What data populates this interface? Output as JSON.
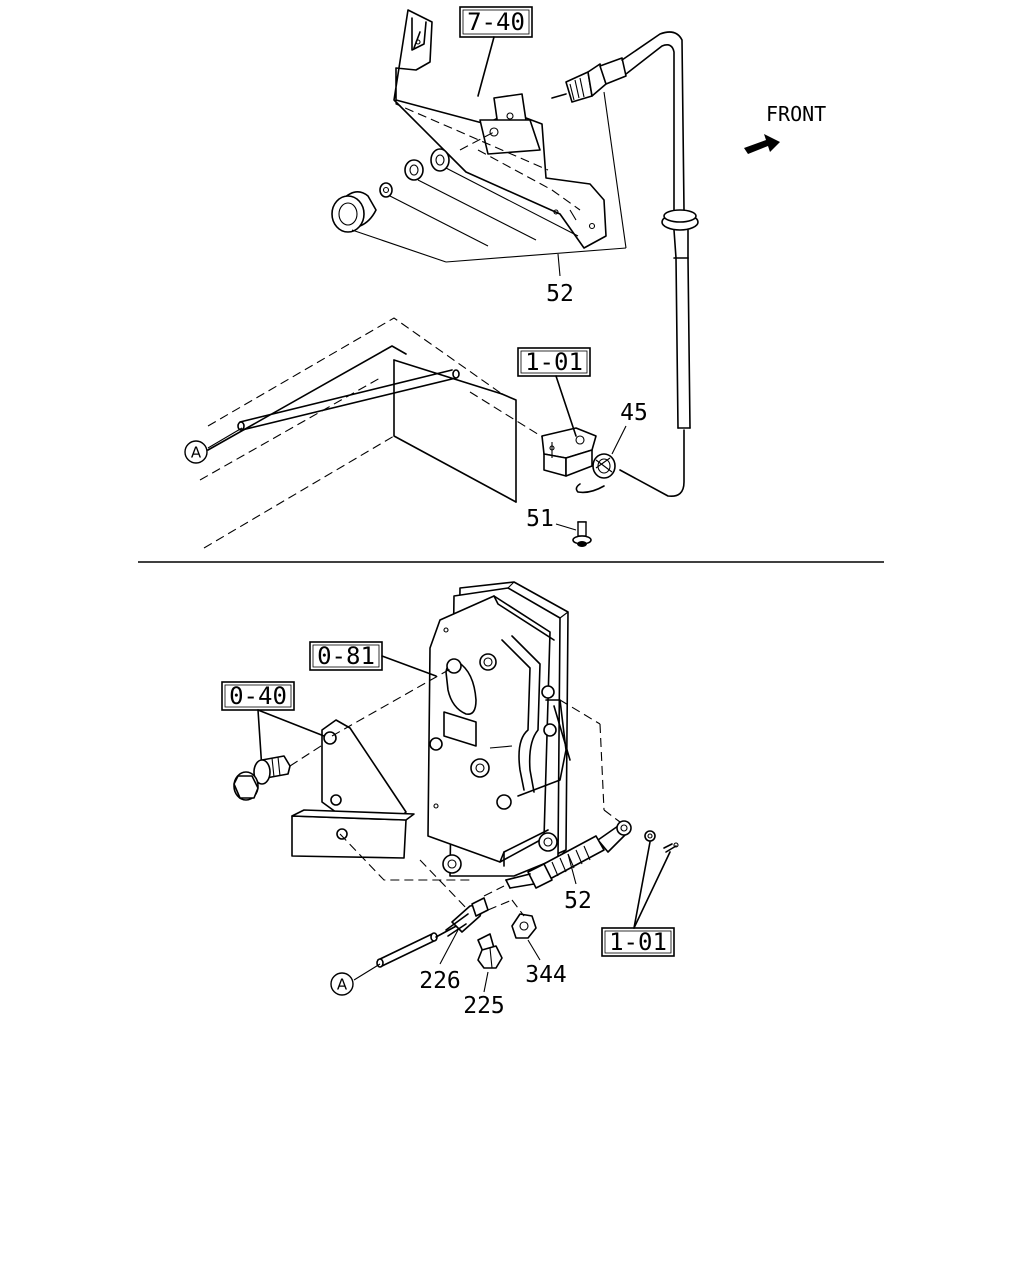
{
  "diagram": {
    "front_label": "FRONT",
    "ref_boxes": [
      "7-40",
      "1-01",
      "0-81",
      "0-40",
      "1-01"
    ],
    "part_numbers": {
      "top_52": "52",
      "top_45": "45",
      "top_51": "51",
      "bottom_52": "52",
      "bottom_226": "226",
      "bottom_225": "225",
      "bottom_344": "344"
    },
    "connector_marks": [
      "A",
      "A"
    ]
  }
}
